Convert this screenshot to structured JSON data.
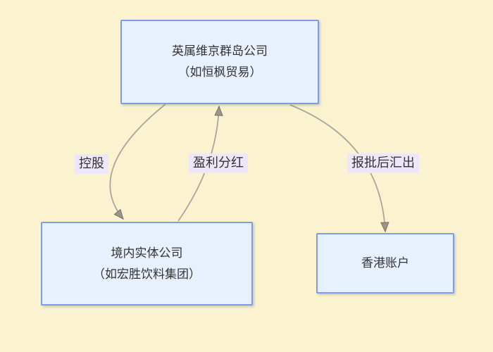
{
  "diagram": {
    "background_color": "#FBF3D0",
    "nodes": {
      "bvi": {
        "line1": "英属维京群岛公司",
        "line2": "（如恒枫贸易）"
      },
      "domestic": {
        "line1": "境内实体公司",
        "line2": "（如宏胜饮料集团）"
      },
      "hk": {
        "line1": "香港账户"
      }
    },
    "edges": {
      "holding": {
        "label": "控股",
        "from": "bvi",
        "to": "domestic"
      },
      "dividend": {
        "label": "盈利分红",
        "from": "domestic",
        "to": "bvi"
      },
      "remit": {
        "label": "报批后汇出",
        "from": "bvi",
        "to": "hk"
      }
    },
    "colors": {
      "node_fill": "#E6F1FD",
      "node_border": "#7E9CEA",
      "node_text": "#333333",
      "edge_line": "#ACA59A",
      "arrowhead_fill": "#9C968A",
      "arrowhead_stroke": "#76705F",
      "edge_label_bg": "#EDE7F9",
      "edge_label_text": "#333333"
    }
  }
}
